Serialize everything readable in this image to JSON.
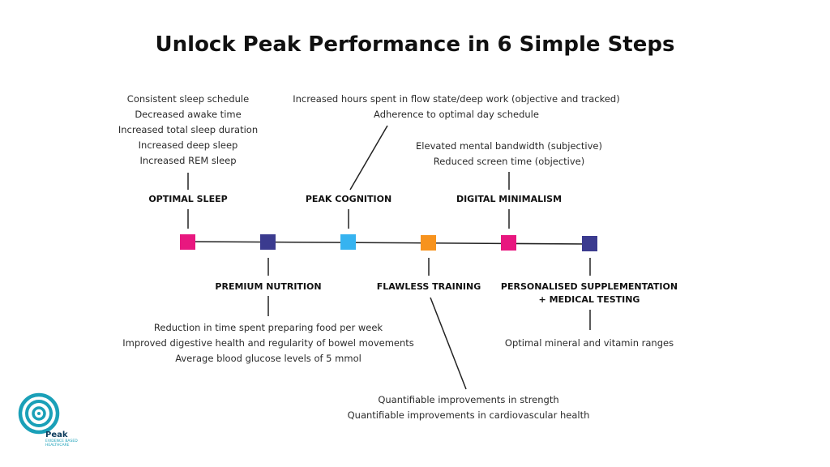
{
  "title": "Unlock Peak Performance in 6 Simple Steps",
  "steps": [
    {
      "label": "OPTIMAL SLEEP",
      "color": "#e8177f",
      "details": [
        "Consistent sleep schedule",
        "Decreased awake time",
        "Increased total sleep duration",
        "Increased deep sleep",
        "Increased REM sleep"
      ]
    },
    {
      "label": "PREMIUM NUTRITION",
      "color": "#3b3b8f",
      "details": [
        "Reduction in time spent preparing food per week",
        "Improved digestive health and regularity of bowel movements",
        "Average blood glucose levels of 5 mmol"
      ]
    },
    {
      "label": "PEAK COGNITION",
      "color": "#36b3f0",
      "details": [
        "Increased hours spent in flow state/deep work (objective and tracked)",
        "Adherence to optimal day schedule"
      ]
    },
    {
      "label": "FLAWLESS TRAINING",
      "color": "#f7931e",
      "details": [
        "Quantifiable improvements in strength",
        "Quantifiable improvements in cardiovascular health"
      ]
    },
    {
      "label": "DIGITAL MINIMALISM",
      "color": "#e8177f",
      "details": [
        "Elevated mental bandwidth (subjective)",
        "Reduced screen time (objective)"
      ]
    },
    {
      "label_line1": "PERSONALISED SUPPLEMENTATION",
      "label_line2": "+ MEDICAL TESTING",
      "color": "#3b3b8f",
      "details": [
        "Optimal mineral and vitamin ranges"
      ]
    }
  ],
  "logo": {
    "name": "Peak",
    "tagline_line1": "EVIDENCE BASED",
    "tagline_line2": "HEALTHCARE",
    "color": "#1aa0b8"
  }
}
